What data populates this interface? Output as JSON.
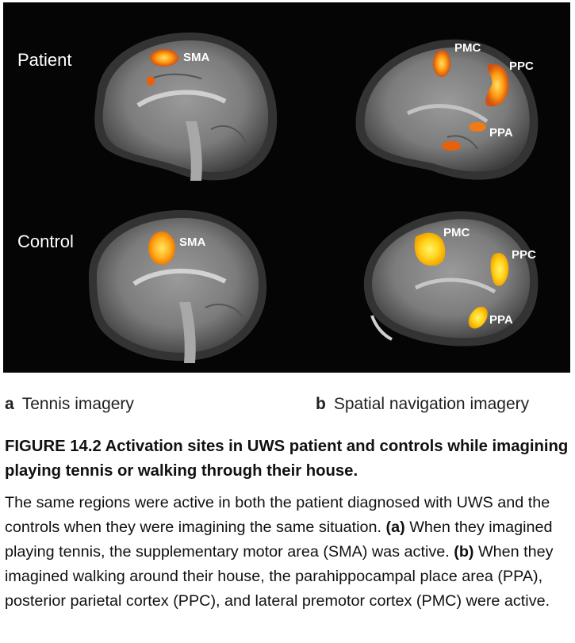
{
  "panel": {
    "row_labels": [
      "Patient",
      "Control"
    ],
    "region_labels": {
      "patient_a": "SMA",
      "patient_b": [
        "PMC",
        "PPC",
        "PPA"
      ],
      "control_a": "SMA",
      "control_b": [
        "PMC",
        "PPC",
        "PPA"
      ]
    }
  },
  "subcaptions": [
    {
      "letter": "a",
      "text": "Tennis imagery"
    },
    {
      "letter": "b",
      "text": "Spatial navigation imagery"
    }
  ],
  "figure": {
    "title": "FIGURE 14.2 Activation sites in UWS patient and controls while imagining playing tennis or walking through their house.",
    "body": {
      "intro": "The same regions were active in both the patient diagnosed with UWS and the controls when they were imagining the same situation.",
      "a_tag": "(a)",
      "a_text": " When they imagined playing tennis, the supplementary motor area (SMA) was active. ",
      "b_tag": "(b)",
      "b_text": " When they imagined walking around their house, the parahippocampal place area (PPA), posterior parietal cortex (PPC), and lateral premotor cortex (PMC) were active."
    }
  }
}
